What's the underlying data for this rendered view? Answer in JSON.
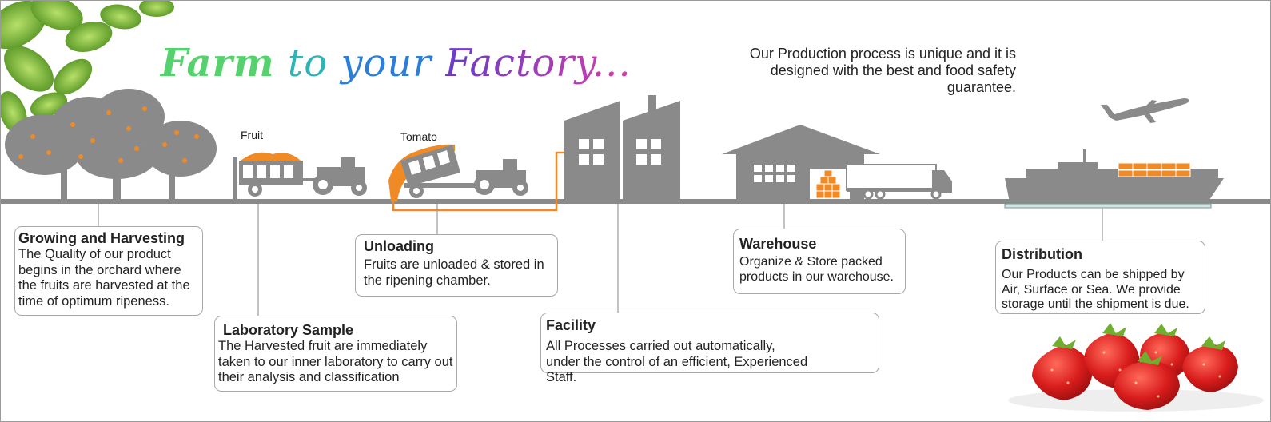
{
  "title": {
    "word1": "Farm",
    "word2": "to",
    "word3": "your",
    "word4": "Factory...",
    "colors": [
      "#55d26e",
      "#2fb3b5",
      "#2b7fd8",
      "#6a3cc6",
      "#d23fa8"
    ]
  },
  "intro_text": "Our Production process is unique and it is designed with the best and food safety guarantee.",
  "labels": {
    "fruit": "Fruit",
    "tomato": "Tomato"
  },
  "steps": [
    {
      "title": "Growing and Harvesting",
      "text": "The Quality of our product begins in the orchard where the fruits are harvested at the time of optimum ripeness."
    },
    {
      "title": "Laboratory Sample",
      "text": "The Harvested fruit are immediately taken to our inner laboratory to carry out their analysis and classification"
    },
    {
      "title": "Unloading",
      "text": "Fruits are unloaded & stored in the ripening chamber."
    },
    {
      "title": "Facility",
      "text": "All Processes carried out automatically, under the control of an efficient, Experienced Staff."
    },
    {
      "title": "Warehouse",
      "text": "Organize & Store packed products in our warehouse."
    },
    {
      "title": "Distribution",
      "text": "Our Products can be shipped by Air, Surface or Sea. We provide storage until the shipment is due."
    }
  ],
  "colors": {
    "graphic_gray": "#8a8a8a",
    "accent_orange": "#f08a24",
    "connector_gray": "#9a9a9a",
    "strawberry_red": "#d42222",
    "leaf_green": "#6fae2e"
  }
}
